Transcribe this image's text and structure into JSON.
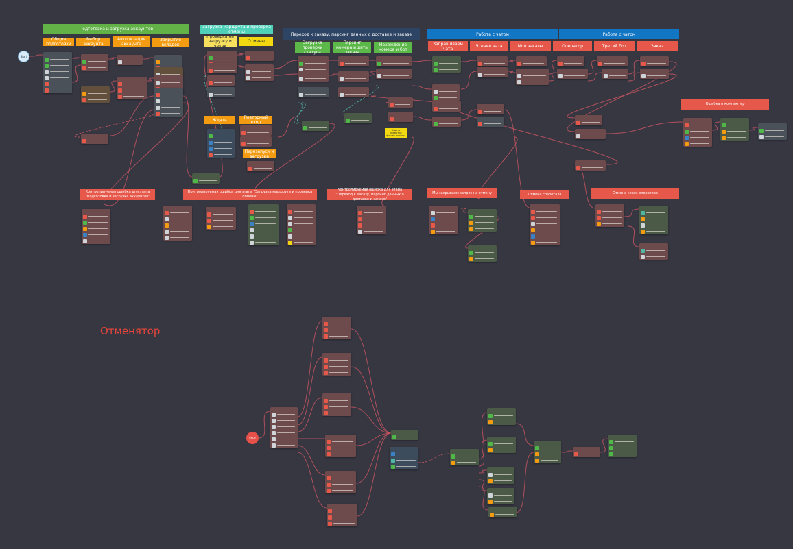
{
  "canvas": {
    "background": "#373742",
    "wire_color": "#c45560",
    "wire_alt_color": "#4fb6a3"
  },
  "banners": {
    "b1": {
      "text": "Подготовка и загрузка аккаунтов",
      "color": "#62b248"
    },
    "b2": {
      "text": "Загрузка маршрута и проверка отмены",
      "color": "#4fd1b9"
    },
    "b3": {
      "text": "Переход к заказу, парсинг данных о доставке и заказе",
      "color": "#2d4464"
    },
    "b4": {
      "text": "Работа с чатом",
      "color": "#1276c4"
    },
    "b5": {
      "text": "Работа с чатом",
      "color": "#1276c4"
    },
    "s1": {
      "text": "Общие подготовки",
      "color": "#f39c12"
    },
    "s2": {
      "text": "Выбор аккаунта",
      "color": "#f39c12"
    },
    "s3": {
      "text": "Авторизация аккаунта",
      "color": "#f39c12"
    },
    "s4": {
      "text": "Закрытие вкладок",
      "color": "#f39c12"
    },
    "s5": {
      "text": "Проверка на загрузку и чекак",
      "color": "#f6e05e"
    },
    "s6": {
      "text": "Отмены",
      "color": "#f2d811"
    },
    "s7": {
      "text": "Загрузка проверки статуса",
      "color": "#5cb848"
    },
    "s8": {
      "text": "Парсинг номера и даты заказа",
      "color": "#5cb848"
    },
    "s9": {
      "text": "Нахождение номера и бот",
      "color": "#5cb848"
    },
    "s10": {
      "text": "Запрашиваем чата",
      "color": "#e5584a"
    },
    "s11": {
      "text": "Чтение чата",
      "color": "#e5584a"
    },
    "s12": {
      "text": "Мои заказы",
      "color": "#e5584a"
    },
    "s13": {
      "text": "Оператор",
      "color": "#e5584a"
    },
    "s14": {
      "text": "Третий бот",
      "color": "#e5584a"
    },
    "s15": {
      "text": "Заказ",
      "color": "#e5584a"
    },
    "o1": {
      "text": "Ждать",
      "color": "#f39c12"
    },
    "o2": {
      "text": "Повторный вход",
      "color": "#f39c12"
    },
    "o3": {
      "text": "Перезапуск и загрузка",
      "color": "#f39c12"
    },
    "y1": {
      "text": "Ждать сработки формы оплаты",
      "color": "#f2d811"
    },
    "r1": {
      "text": "Контролируемая ошибка для этапа \"Подготовка и загрузка аккаунтов\"",
      "color": "#e5584a"
    },
    "r2": {
      "text": "Контролируемая ошибка для этапа \"Загрузка маршрута и проверка отмены\"",
      "color": "#e5584a"
    },
    "r3": {
      "text": "Контролируемая ошибка для этапа \"Переход к заказу, парсинг данных о доставке и заказе\"",
      "color": "#e5584a"
    },
    "r4": {
      "text": "Мы закрываем запрос на отмену",
      "color": "#e5584a"
    },
    "r5": {
      "text": "Отмена сработала",
      "color": "#e5584a"
    },
    "r6": {
      "text": "Отмена через оператора",
      "color": "#e5584a"
    },
    "r7": {
      "text": "Ошибка и компьютер",
      "color": "#e5584a"
    }
  },
  "labels": {
    "start": "Start",
    "start2": "Start",
    "otmenyator": "Отменятор"
  }
}
